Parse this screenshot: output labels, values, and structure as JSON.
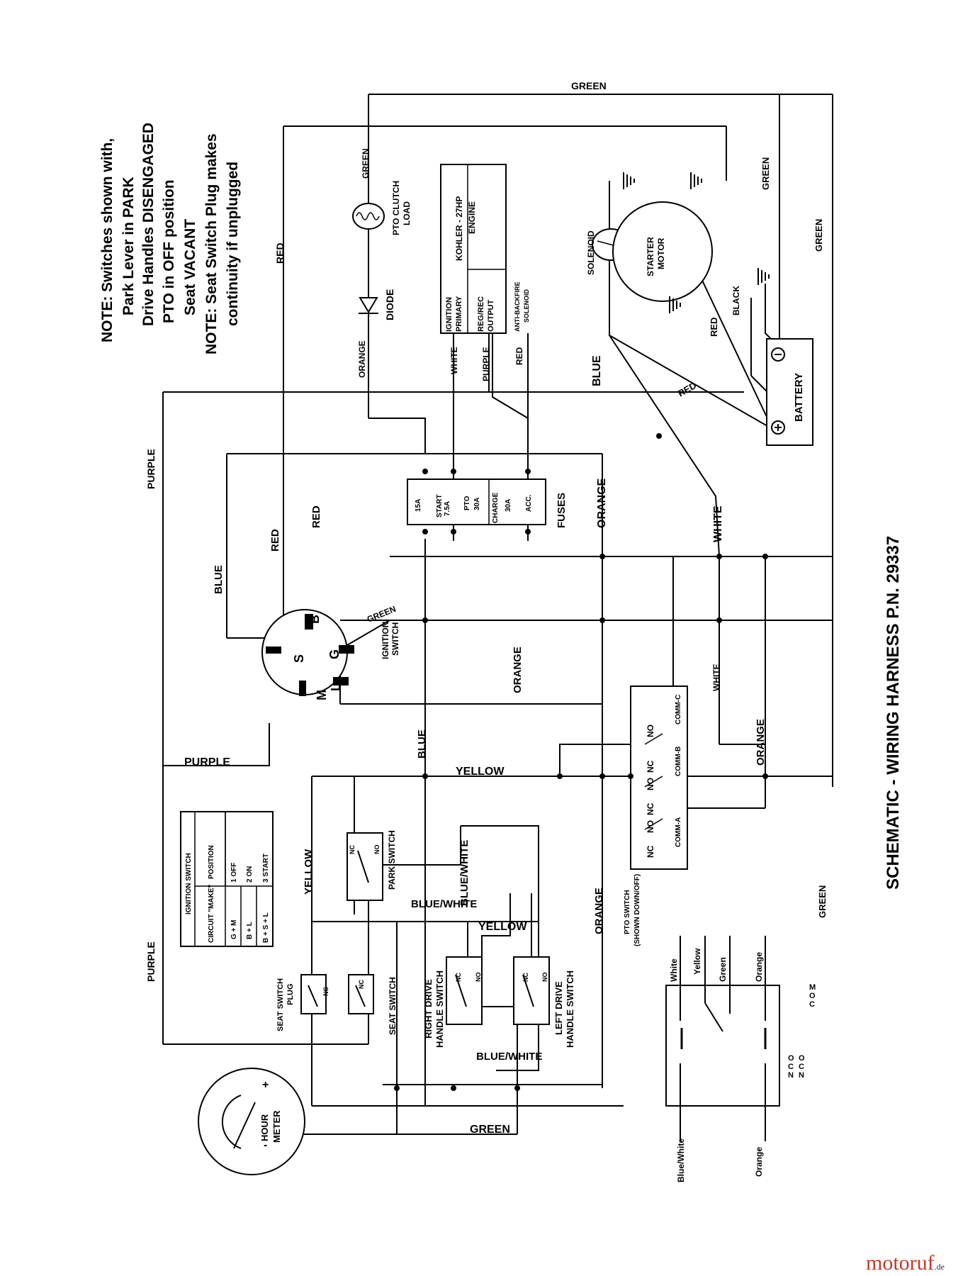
{
  "wires": {
    "green": "GREEN",
    "red": "RED",
    "purple": "PURPLE",
    "blue": "BLUE",
    "white": "WHITE",
    "orange": "ORANGE",
    "yellow": "YELLOW",
    "black": "BLACK",
    "blue_white": "BLUE/WHITE"
  },
  "notes": [
    "NOTE: Switches shown with,",
    "Park Lever in PARK",
    "Drive Handles DISENGAGED",
    "PTO in OFF position",
    "Seat VACANT",
    "NOTE: Seat Switch Plug makes",
    "continuity if unplugged"
  ],
  "components": {
    "pto_clutch": "PTO CLUTCH",
    "pto_load": "LOAD",
    "diode": "DIODE",
    "engine_1": "KOHLER - 27HP",
    "engine_2": "ENGINE",
    "ignition_primary_1": "IGNITION",
    "ignition_primary_2": "PRIMARY",
    "regrec_1": "REG/REC",
    "regrec_2": "OUTPUT",
    "antibackfire_1": "ANTI-BACKFIRE",
    "antibackfire_2": "SOLENOID",
    "solenoid": "SOLENOID",
    "starter_1": "STARTER",
    "starter_2": "MOTOR",
    "battery": "BATTERY",
    "fuses": "FUSES",
    "ignition_switch_1": "IGNITION",
    "ignition_switch_2": "SWITCH",
    "seat_switch_plug_1": "SEAT SWITCH",
    "seat_switch_plug_2": "PLUG",
    "seat_switch": "SEAT SWITCH",
    "park_switch": "PARK SWITCH",
    "right_drive_1": "RIGHT DRIVE",
    "right_drive_2": "HANDLE SWITCH",
    "left_drive_1": "LEFT DRIVE",
    "left_drive_2": "HANDLE SWITCH",
    "pto_switch_1": "PTO SWITCH",
    "pto_switch_2": "(SHOWN DOWN/OFF)",
    "hour_meter_1": "HOUR",
    "hour_meter_2": "METER"
  },
  "fuses": [
    {
      "rating": "15A",
      "name": "START"
    },
    {
      "rating": "7.5A",
      "name": "PTO"
    },
    {
      "rating": "30A",
      "name": "CHARGE"
    },
    {
      "rating": "30A",
      "name": "ACC."
    }
  ],
  "ignition_terminals": [
    "B",
    "G",
    "S",
    "M",
    "L"
  ],
  "ignition_table": {
    "title": "IGNITION SWITCH",
    "headers": [
      "POSITION",
      "CIRCUIT \"MAKE\""
    ],
    "rows": [
      [
        "1 OFF",
        "G + M"
      ],
      [
        "2 ON",
        "B + L"
      ],
      [
        "3 START",
        "B + S + L"
      ]
    ]
  },
  "pto_contacts": [
    "NC",
    "NO",
    "NC",
    "NO",
    "NC",
    "NO"
  ],
  "pto_comms": [
    "COMM-A",
    "COMM-B",
    "COMM-C"
  ],
  "switch_contacts": {
    "nc": "NC",
    "no": "NO"
  },
  "pto_detail": {
    "top": [
      "White",
      "Yellow",
      "Green",
      "Orange"
    ],
    "bottom": [
      "Blue/White",
      "Orange"
    ],
    "side_a": [
      "N",
      "C",
      "O"
    ],
    "side_b": [
      "N",
      "C",
      "O"
    ],
    "side_c": [
      "C",
      "O",
      "M"
    ]
  },
  "title": "SCHEMATIC - WIRING HARNESS P.N.   29337",
  "watermark": {
    "brand": "motoruf",
    "tld": ".de"
  }
}
